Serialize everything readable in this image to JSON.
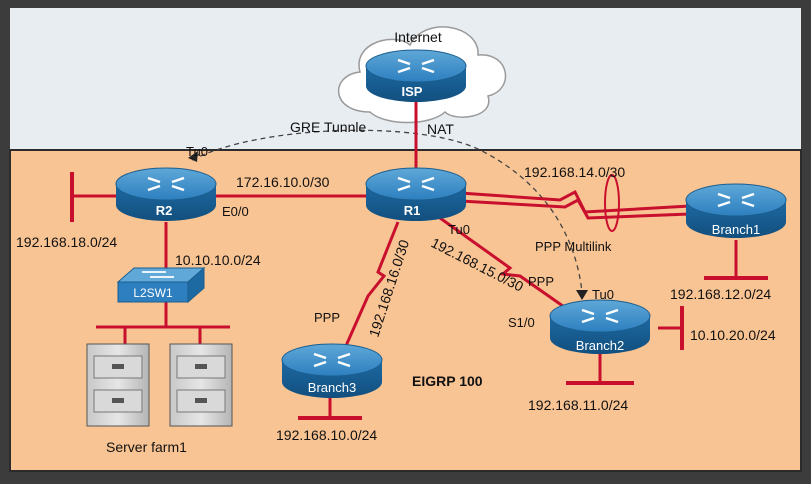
{
  "cloud": {
    "label": "Internet"
  },
  "routers": {
    "isp": "ISP",
    "r1": "R1",
    "r2": "R2",
    "branch1": "Branch1",
    "branch2": "Branch2",
    "branch3": "Branch3"
  },
  "switch": {
    "label": "L2SW1"
  },
  "server_farm": {
    "label": "Server farm1"
  },
  "links": {
    "nat": "NAT",
    "gre": "GRE Tunnle",
    "r2_r1": "172.16.10.0/30",
    "r1_branch1": "192.168.14.0/30",
    "r1_branch3": "192.168.16.0/30",
    "r1_branch2": "192.168.15.0/30",
    "r2_switch": "10.10.10.0/24",
    "ppp_multilink": "PPP Multilink",
    "ppp_branch2": "PPP",
    "ppp_branch3": "PPP"
  },
  "interfaces": {
    "r2_tu0": "Tu0",
    "r2_e00": "E0/0",
    "r1_tu0": "Tu0",
    "branch2_tu0": "Tu0",
    "branch2_s10": "S1/0"
  },
  "lans": {
    "r2": "192.168.18.0/24",
    "branch1": "192.168.12.0/24",
    "branch2_side": "10.10.20.0/24",
    "branch2": "192.168.11.0/24",
    "branch3": "192.168.10.0/24"
  },
  "protocol": {
    "label": "EIGRP 100"
  },
  "colors": {
    "frame": "#3c3c3c",
    "top_area": "#e8edf2",
    "orange_area": "#f9c493",
    "link": "#c8102e",
    "router": "#1f6ea8"
  }
}
